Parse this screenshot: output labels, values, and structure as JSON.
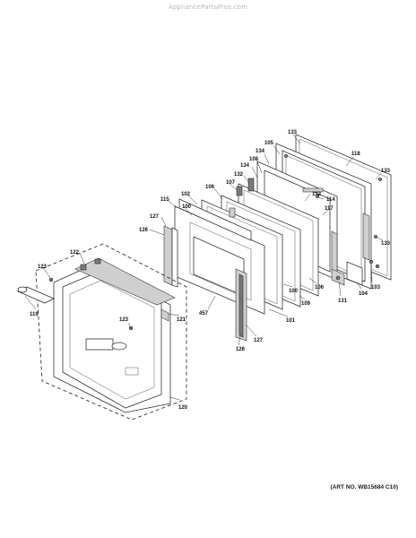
{
  "watermark": "AppliancePartsPros.com",
  "art_no": "(ART NO. WB15684 C10)",
  "callouts": [
    {
      "id": "c133a",
      "text": "133"
    },
    {
      "id": "c105",
      "text": "105"
    },
    {
      "id": "c118",
      "text": "118"
    },
    {
      "id": "c134a",
      "text": "134"
    },
    {
      "id": "c108",
      "text": "108"
    },
    {
      "id": "c133b",
      "text": "133"
    },
    {
      "id": "c134b",
      "text": "134"
    },
    {
      "id": "c132",
      "text": "132"
    },
    {
      "id": "c107",
      "text": "107"
    },
    {
      "id": "c106a",
      "text": "106"
    },
    {
      "id": "c133c",
      "text": "133"
    },
    {
      "id": "c114",
      "text": "114"
    },
    {
      "id": "c102",
      "text": "102"
    },
    {
      "id": "c115",
      "text": "115"
    },
    {
      "id": "c100a",
      "text": "100"
    },
    {
      "id": "c117",
      "text": "117"
    },
    {
      "id": "c127a",
      "text": "127"
    },
    {
      "id": "c126a",
      "text": "126"
    },
    {
      "id": "c133d",
      "text": "133"
    },
    {
      "id": "c122",
      "text": "122"
    },
    {
      "id": "c123a",
      "text": "123"
    },
    {
      "id": "c106b",
      "text": "106"
    },
    {
      "id": "c104",
      "text": "104"
    },
    {
      "id": "c103",
      "text": "103"
    },
    {
      "id": "c100b",
      "text": "100"
    },
    {
      "id": "c109",
      "text": "109"
    },
    {
      "id": "c131",
      "text": "131"
    },
    {
      "id": "c121",
      "text": "121"
    },
    {
      "id": "c457",
      "text": "457"
    },
    {
      "id": "c101",
      "text": "101"
    },
    {
      "id": "c119",
      "text": "119"
    },
    {
      "id": "c123b",
      "text": "123"
    },
    {
      "id": "c127b",
      "text": "127"
    },
    {
      "id": "c126b",
      "text": "126"
    },
    {
      "id": "c120",
      "text": "120"
    }
  ]
}
